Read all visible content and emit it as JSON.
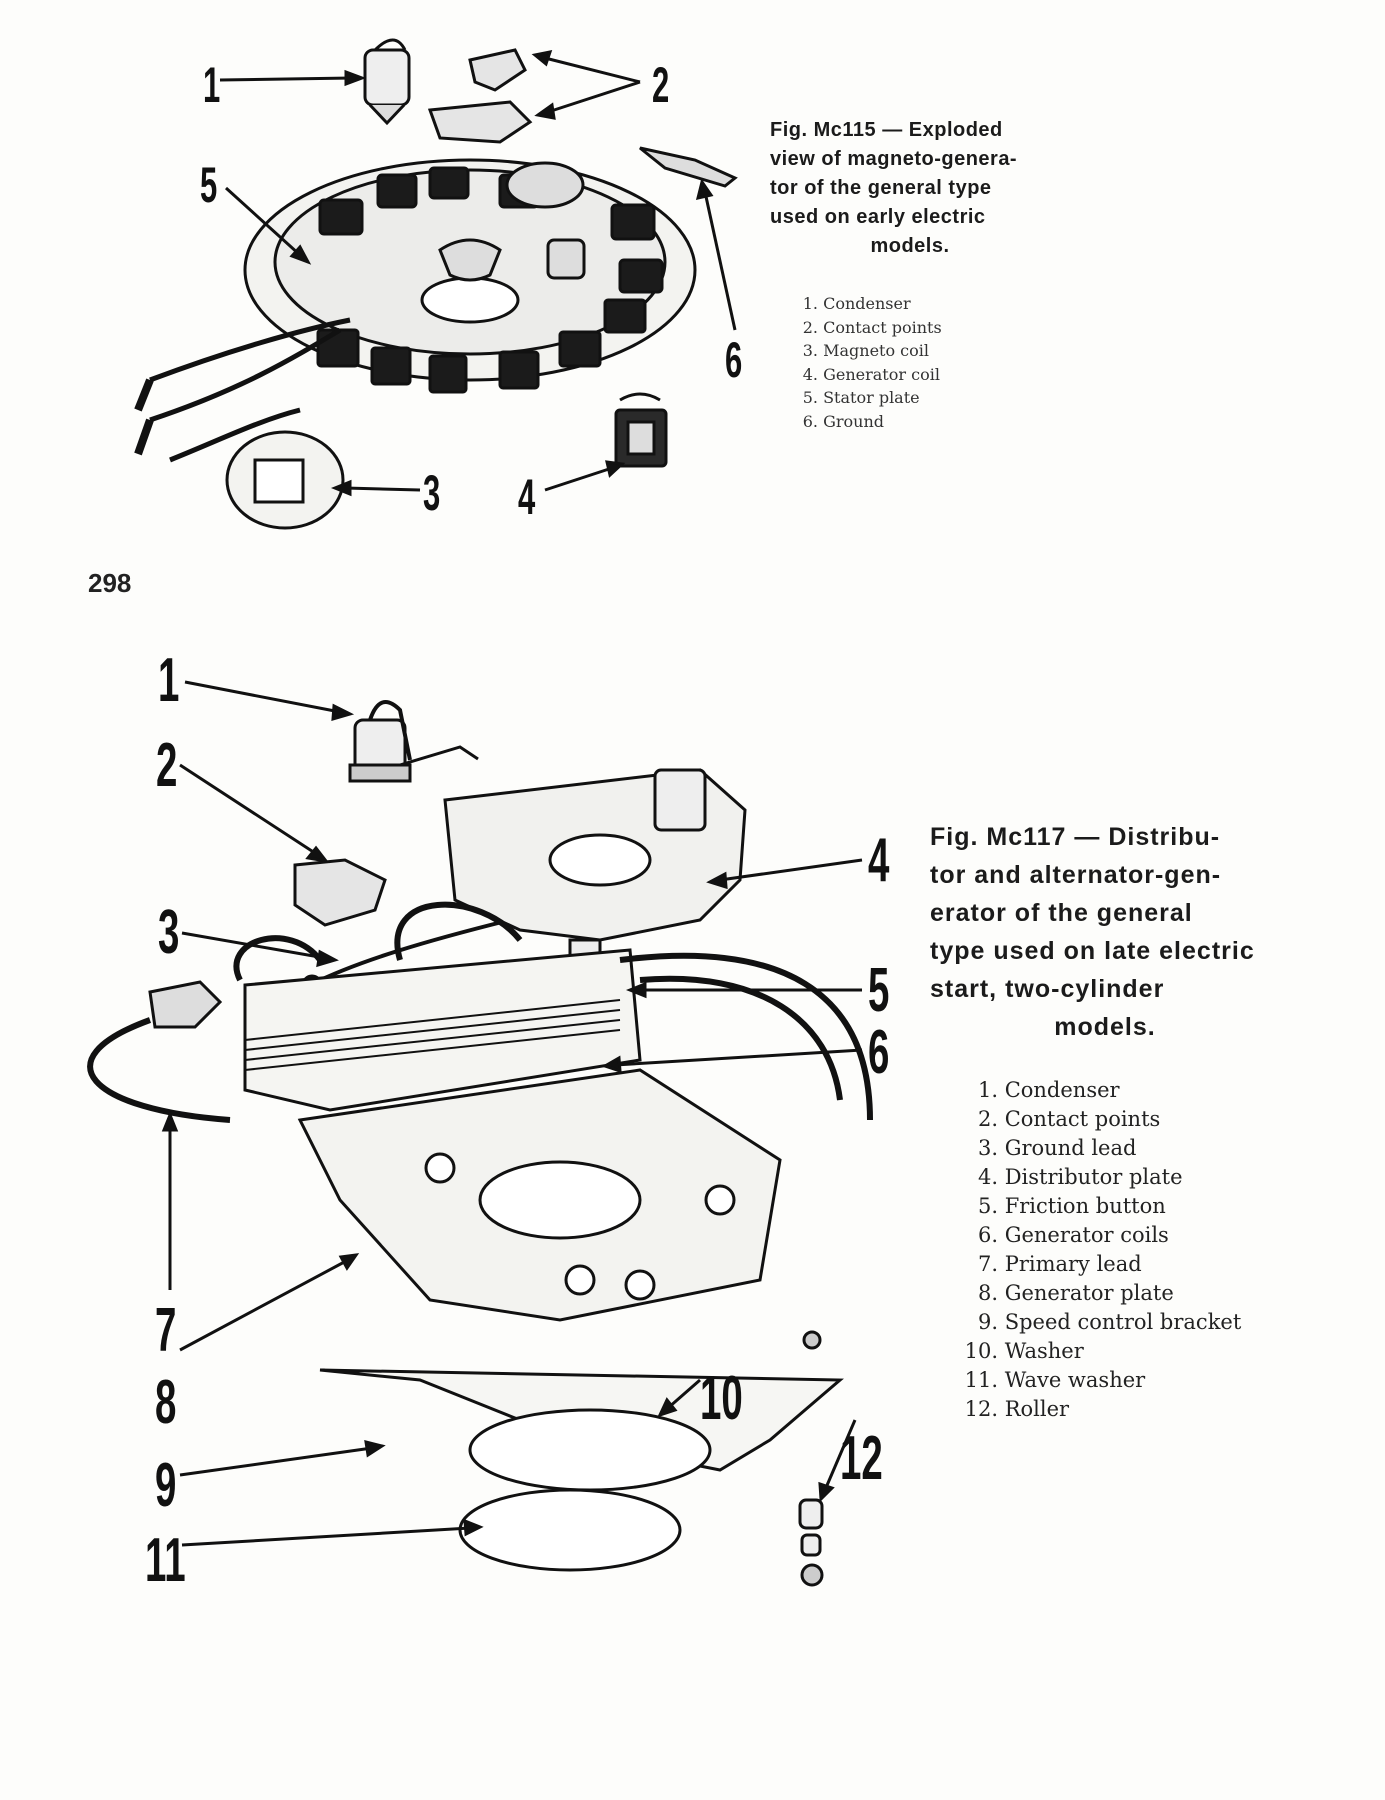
{
  "page_number": "298",
  "figure_top": {
    "caption_lines": [
      "Fig. Mc115 — Exploded",
      "view of magneto-genera-",
      "tor of the general type",
      "used on early electric",
      "models."
    ],
    "callouts": [
      "1",
      "2",
      "3",
      "4",
      "5",
      "6"
    ],
    "legend": [
      {
        "num": "1.",
        "label": "Condenser"
      },
      {
        "num": "2.",
        "label": "Contact points"
      },
      {
        "num": "3.",
        "label": "Magneto coil"
      },
      {
        "num": "4.",
        "label": "Generator coil"
      },
      {
        "num": "5.",
        "label": "Stator plate"
      },
      {
        "num": "6.",
        "label": "Ground"
      }
    ]
  },
  "figure_bottom": {
    "caption_lines": [
      "Fig. Mc117 — Distribu-",
      "tor and alternator-gen-",
      "erator of the general",
      "type used on late electric",
      "start, two-cylinder",
      "models."
    ],
    "callouts": [
      "1",
      "2",
      "3",
      "4",
      "5",
      "6",
      "7",
      "8",
      "9",
      "10",
      "11",
      "12"
    ],
    "legend": [
      {
        "num": "1.",
        "label": "Condenser"
      },
      {
        "num": "2.",
        "label": "Contact points"
      },
      {
        "num": "3.",
        "label": "Ground lead"
      },
      {
        "num": "4.",
        "label": "Distributor plate"
      },
      {
        "num": "5.",
        "label": "Friction button"
      },
      {
        "num": "6.",
        "label": "Generator coils"
      },
      {
        "num": "7.",
        "label": "Primary lead"
      },
      {
        "num": "8.",
        "label": "Generator plate"
      },
      {
        "num": "9.",
        "label": "Speed control bracket"
      },
      {
        "num": "10.",
        "label": "Washer"
      },
      {
        "num": "11.",
        "label": "Wave washer"
      },
      {
        "num": "12.",
        "label": "Roller"
      }
    ]
  }
}
